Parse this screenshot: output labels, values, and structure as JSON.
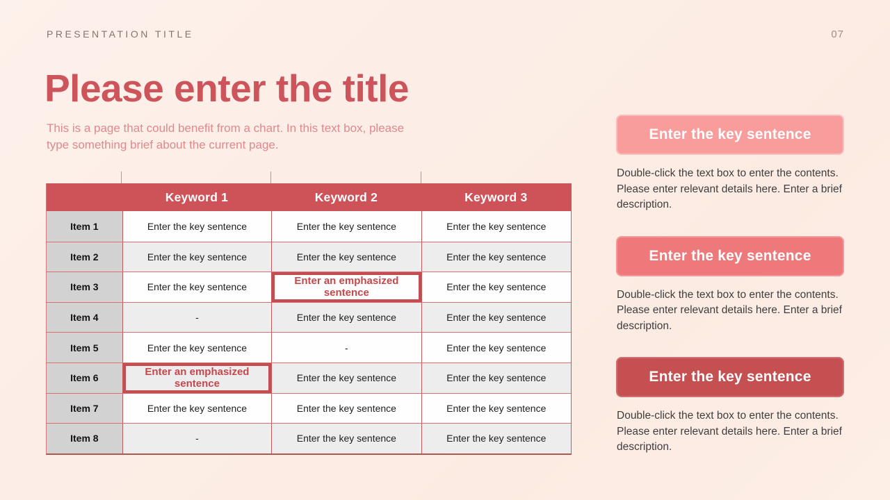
{
  "slide": {
    "eyebrow": "PRESENTATION TITLE",
    "page_number": "07",
    "title": "Please enter the title",
    "subtitle": "This is a page that could benefit from a chart. In this text box, please type something brief about the current page."
  },
  "table": {
    "header": {
      "col1": "Keyword 1",
      "col2": "Keyword 2",
      "col3": "Keyword 3"
    },
    "rows": [
      {
        "label": "Item 1",
        "c1": "Enter the key sentence",
        "c2": "Enter the key sentence",
        "c3": "Enter the key sentence"
      },
      {
        "label": "Item 2",
        "c1": "Enter the key sentence",
        "c2": "Enter the key sentence",
        "c3": "Enter the key sentence"
      },
      {
        "label": "Item 3",
        "c1": "Enter the key sentence",
        "c2": "Enter an emphasized sentence",
        "c2_emphasized": true,
        "c3": "Enter the key sentence"
      },
      {
        "label": "Item 4",
        "c1": "-",
        "c2": "Enter the key sentence",
        "c3": "Enter the key sentence"
      },
      {
        "label": "Item 5",
        "c1": "Enter the key sentence",
        "c2": "-",
        "c3": "Enter the key sentence"
      },
      {
        "label": "Item 6",
        "c1": "Enter an emphasized sentence",
        "c1_emphasized": true,
        "c2": "Enter the key sentence",
        "c3": "Enter the key sentence"
      },
      {
        "label": "Item 7",
        "c1": "Enter the key sentence",
        "c2": "Enter the key sentence",
        "c3": "Enter the key sentence"
      },
      {
        "label": "Item 8",
        "c1": "-",
        "c2": "Enter the key sentence",
        "c3": "Enter the key sentence"
      }
    ]
  },
  "sidebar": {
    "cards": [
      {
        "button": "Enter the key sentence",
        "color": "#f99c9c",
        "description": "Double-click the text box to enter the contents. Please enter relevant details here. Enter a brief description."
      },
      {
        "button": "Enter the key sentence",
        "color": "#ee797b",
        "description": "Double-click the text box to enter the contents. Please enter relevant details here. Enter a brief description."
      },
      {
        "button": "Enter the key sentence",
        "color": "#c45052",
        "description": "Double-click the text box to enter the contents. Please enter relevant details here. Enter a brief description."
      }
    ]
  },
  "colors": {
    "background": "#fcebe3",
    "title_accent": "#cc545a",
    "subtitle_pink": "#e0888b",
    "table_header_red": "#cd5359",
    "row_label_gray": "#d2d2d2",
    "stripe_gray": "#ededee",
    "emphasis_red": "#c44d51",
    "description_text": "#3e3e3e"
  }
}
